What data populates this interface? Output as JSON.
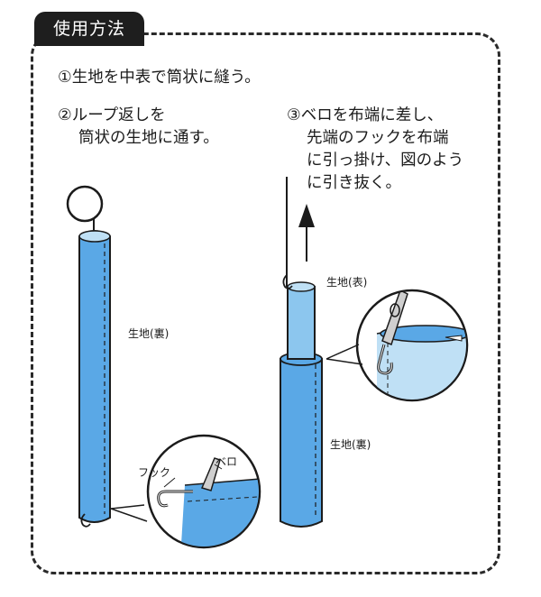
{
  "section": {
    "title": "使用方法"
  },
  "steps": {
    "step1": "①生地を中表で筒状に縫う。",
    "step2": {
      "line1": "②ループ返しを",
      "line2": "筒状の生地に通す。"
    },
    "step3": {
      "line1": "③ベロを布端に差し、",
      "line2": "先端のフックを布端",
      "line3": "に引っ掛け、図のよう",
      "line4": "に引き抜く。"
    }
  },
  "labels": {
    "fabric_back_left": "生地(裏)",
    "hook": "フック",
    "tongue": "ベロ",
    "fabric_front": "生地(表)",
    "fabric_back_right": "生地(裏)"
  },
  "colors": {
    "fabric": "#5aa8e6",
    "fabric_light": "#bfe0f5",
    "ink": "#1b1b1b"
  }
}
